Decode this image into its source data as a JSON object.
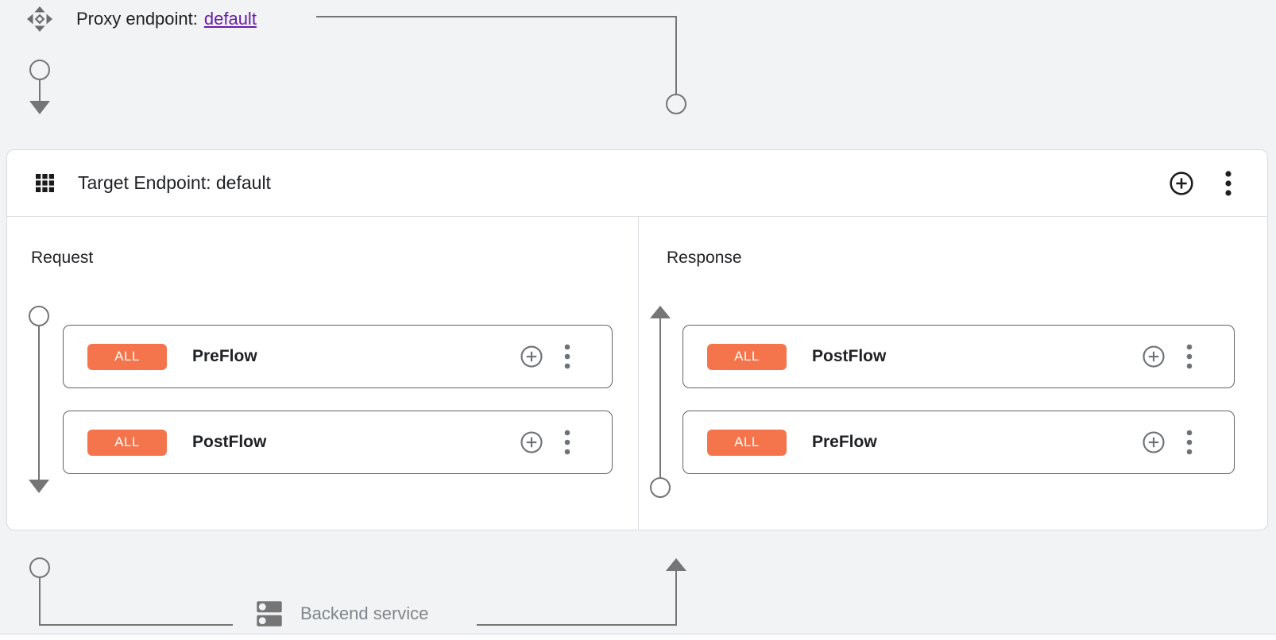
{
  "colors": {
    "background": "#f1f3f4",
    "surface": "#ffffff",
    "divider": "#dadce0",
    "connector": "#757575",
    "flow_box_border": "#5f6368",
    "condition_badge": "#f4744c",
    "link": "#681da8",
    "text_primary": "#202124",
    "text_muted": "#80868b"
  },
  "proxy_endpoint": {
    "icon": "proxy-endpoint-icon",
    "label": "Proxy endpoint:",
    "link_text": "default"
  },
  "target_endpoint": {
    "icon": "grid-icon",
    "title": "Target Endpoint: default",
    "add_icon": "add-circle-icon",
    "menu_icon": "kebab-menu-icon"
  },
  "request_panel": {
    "title": "Request",
    "flows": [
      {
        "condition": "ALL",
        "name": "PreFlow"
      },
      {
        "condition": "ALL",
        "name": "PostFlow"
      }
    ]
  },
  "response_panel": {
    "title": "Response",
    "flows": [
      {
        "condition": "ALL",
        "name": "PostFlow"
      },
      {
        "condition": "ALL",
        "name": "PreFlow"
      }
    ]
  },
  "backend_service": {
    "icon": "backend-service-icon",
    "label": "Backend service"
  }
}
